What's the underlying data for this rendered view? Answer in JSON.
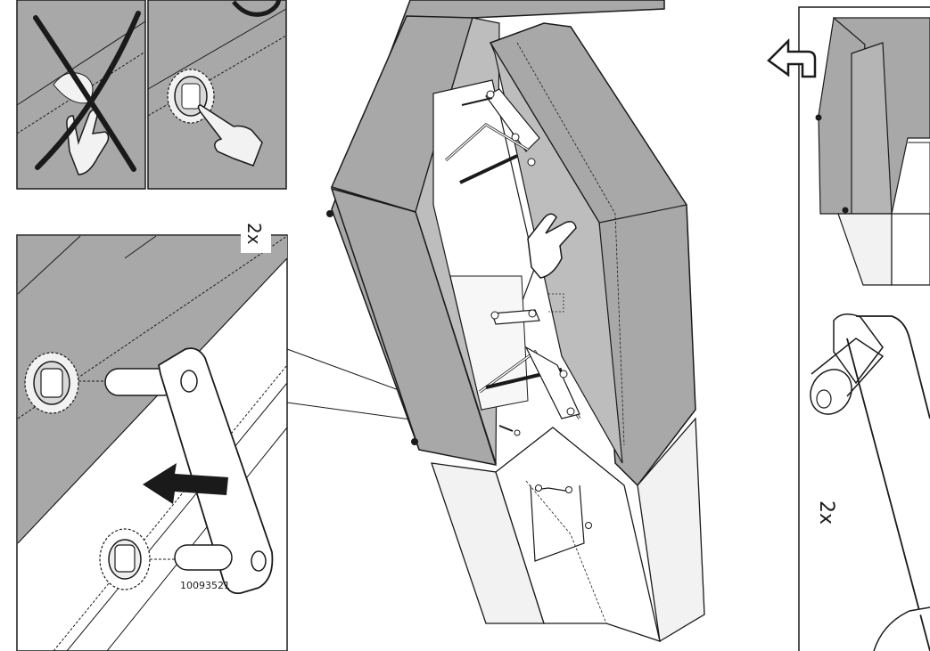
{
  "panels": {
    "detail": {
      "quantity_label": "2x",
      "part_number": "10093521"
    },
    "right": {
      "quantity_label": "2x"
    }
  },
  "colors": {
    "upholstery": "#a8a8a8",
    "base": "#f2f2f2",
    "line": "#1a1a1a",
    "background": "#ffffff"
  },
  "icons": [
    "cross-out-icon",
    "ok-circle-icon",
    "pointing-hand-icon",
    "turn-back-arrow-icon",
    "push-arrow-icon"
  ]
}
